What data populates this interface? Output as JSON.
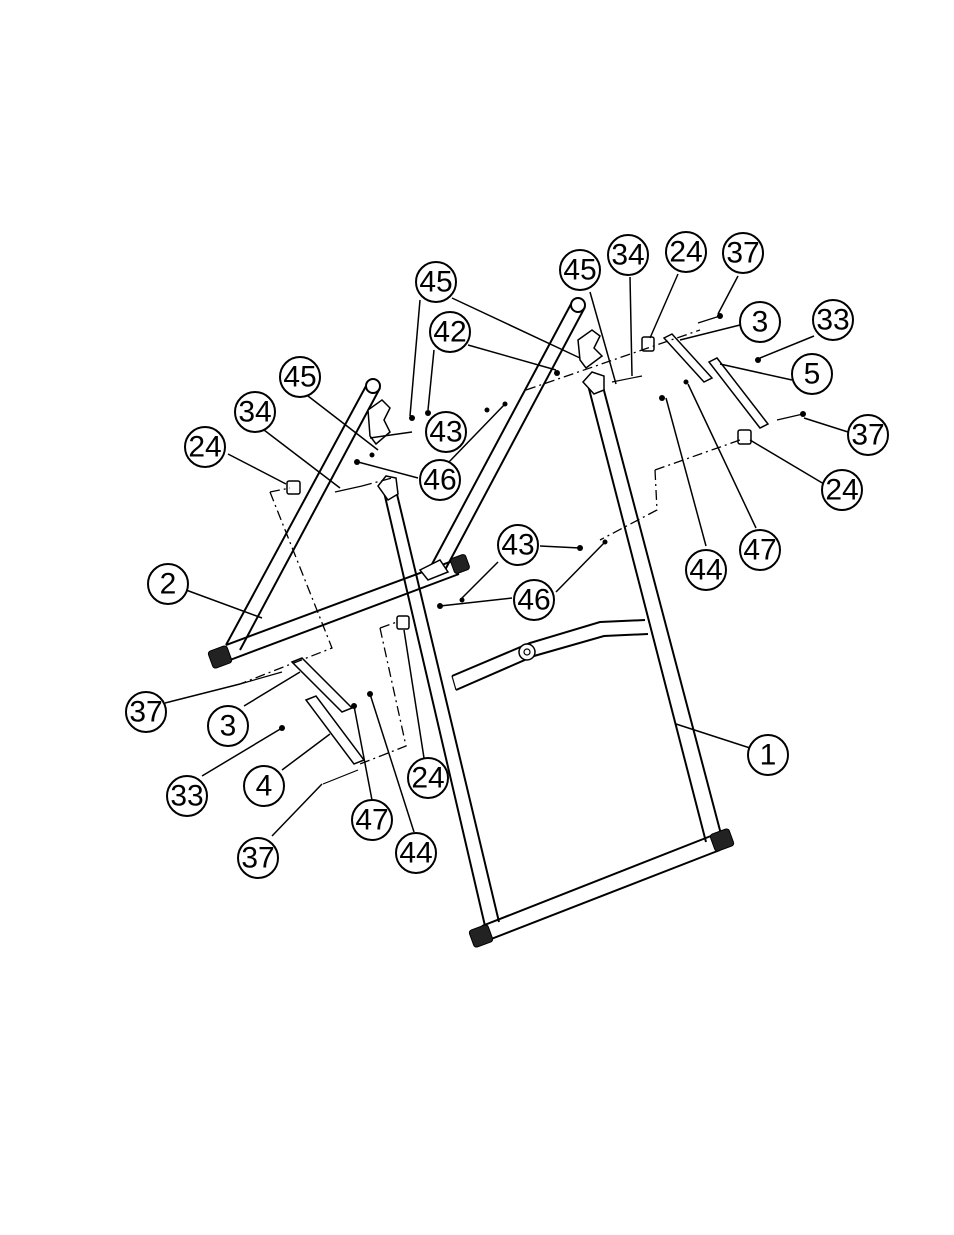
{
  "diagram": {
    "callouts": [
      {
        "label": "45"
      },
      {
        "label": "42"
      },
      {
        "label": "43"
      },
      {
        "label": "46"
      },
      {
        "label": "45"
      },
      {
        "label": "34"
      },
      {
        "label": "24"
      },
      {
        "label": "37"
      },
      {
        "label": "3"
      },
      {
        "label": "33"
      },
      {
        "label": "5"
      },
      {
        "label": "37"
      },
      {
        "label": "24"
      },
      {
        "label": "47"
      },
      {
        "label": "44"
      },
      {
        "label": "45"
      },
      {
        "label": "34"
      },
      {
        "label": "24"
      },
      {
        "label": "2"
      },
      {
        "label": "43"
      },
      {
        "label": "46"
      },
      {
        "label": "37"
      },
      {
        "label": "3"
      },
      {
        "label": "33"
      },
      {
        "label": "4"
      },
      {
        "label": "24"
      },
      {
        "label": "47"
      },
      {
        "label": "44"
      },
      {
        "label": "37"
      },
      {
        "label": "1"
      }
    ]
  }
}
